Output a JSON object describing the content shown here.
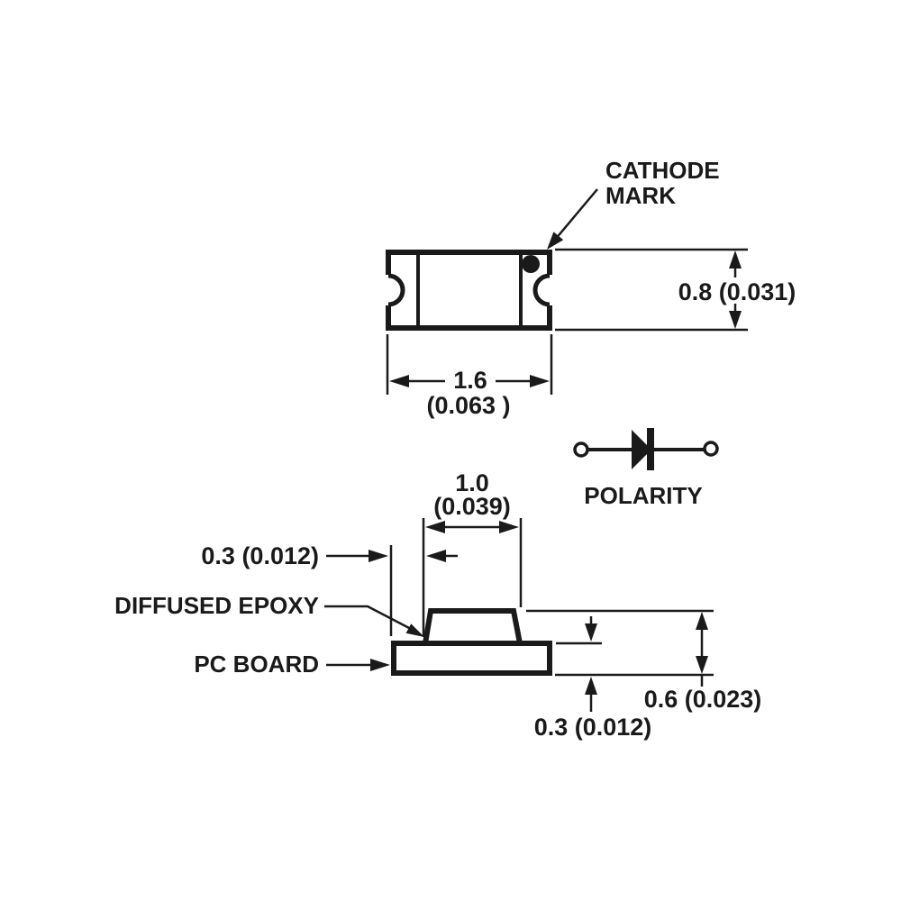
{
  "labels": {
    "cathode_line1": "CATHODE",
    "cathode_line2": "MARK",
    "polarity": "POLARITY",
    "diffused_epoxy": "DIFFUSED EPOXY",
    "pc_board": "PC BOARD"
  },
  "dimensions": {
    "package_length_mm": "1.6",
    "package_length_inch": "(0.063 )",
    "package_width": "0.8 (0.031)",
    "epoxy_top_width_mm": "1.0",
    "epoxy_top_width_inch": "(0.039)",
    "edge_offset": "0.3 (0.012)",
    "overall_height": "0.6 (0.023)",
    "board_thickness": "0.3 (0.012)"
  },
  "colors": {
    "ink": "#1a1a1a",
    "background": "#ffffff"
  }
}
